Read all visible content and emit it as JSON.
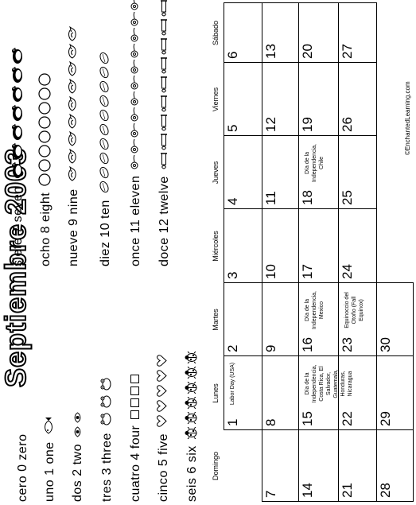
{
  "title": "Septiembre 2003",
  "numbers": [
    {
      "label": "cero 0 zero",
      "icon": "ghost",
      "count": 0
    },
    {
      "label": "uno 1 one",
      "icon": "fish-icon",
      "count": 1
    },
    {
      "label": "dos 2 two",
      "icon": "eye-icon",
      "count": 2
    },
    {
      "label": "tres 3 three",
      "icon": "frog-icon",
      "count": 3
    },
    {
      "label": "cuatro 4 four",
      "icon": "square-icon",
      "count": 4
    },
    {
      "label": "cinco 5 five",
      "icon": "heart-icon",
      "count": 5
    },
    {
      "label": "seis 6 six",
      "icon": "bug-icon",
      "count": 6
    },
    {
      "label": "siete 7 seven",
      "icon": "penguin-icon",
      "count": 7
    },
    {
      "label": "ocho 8 eight",
      "icon": "circle-icon",
      "count": 8
    },
    {
      "label": "nueve 9 nine",
      "icon": "bird-icon",
      "count": 9
    },
    {
      "label": "diez 10 ten",
      "icon": "egg-icon",
      "count": 10
    },
    {
      "label": "once 11 eleven",
      "icon": "flower-icon",
      "count": 11
    },
    {
      "label": "doce 12 twelve",
      "icon": "candle-icon",
      "count": 12
    }
  ],
  "weekdays": [
    "Domingo",
    "Lunes",
    "Martes",
    "Miércoles",
    "Jueves",
    "Viernes",
    "Sábado"
  ],
  "weeks": [
    [
      {
        "day": ""
      },
      {
        "day": "1",
        "note": "Labor Day (USA)"
      },
      {
        "day": "2"
      },
      {
        "day": "3"
      },
      {
        "day": "4"
      },
      {
        "day": "5"
      },
      {
        "day": "6"
      }
    ],
    [
      {
        "day": "7"
      },
      {
        "day": "8"
      },
      {
        "day": "9"
      },
      {
        "day": "10"
      },
      {
        "day": "11"
      },
      {
        "day": "12"
      },
      {
        "day": "13"
      }
    ],
    [
      {
        "day": "14"
      },
      {
        "day": "15",
        "note": "Día de la Independencia, Costa Rica, El Salvador, Guatemala, Honduras, Nicaragua"
      },
      {
        "day": "16",
        "note": "Día de la Independencia, Mexico"
      },
      {
        "day": "17"
      },
      {
        "day": "18",
        "note": "Día de la Independencia, Chile"
      },
      {
        "day": "19"
      },
      {
        "day": "20"
      }
    ],
    [
      {
        "day": "21"
      },
      {
        "day": "22"
      },
      {
        "day": "23",
        "note": "Equinoccio del Otoño (Fall Equinox)"
      },
      {
        "day": "24"
      },
      {
        "day": "25"
      },
      {
        "day": "26"
      },
      {
        "day": "27"
      }
    ],
    [
      {
        "day": "28"
      },
      {
        "day": "29"
      },
      {
        "day": "30"
      }
    ]
  ],
  "credit": "©EnchantedLearning.com"
}
